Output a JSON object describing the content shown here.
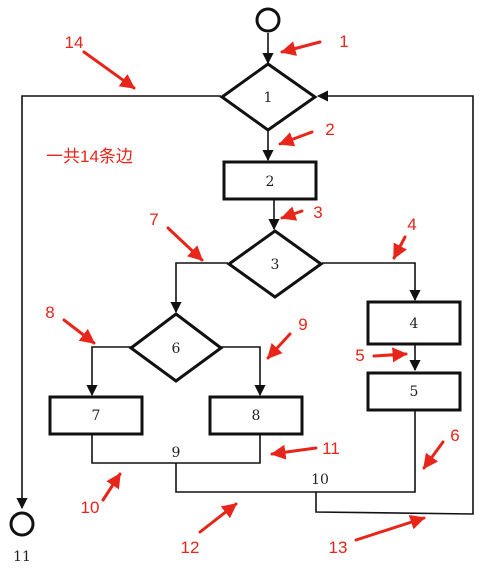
{
  "diagram": {
    "note": "一共14条边",
    "colors": {
      "line": "#111111",
      "annotation": "#e8251a"
    },
    "nodes": {
      "n1": "1",
      "n2": "2",
      "n3": "3",
      "n4": "4",
      "n5": "5",
      "n6": "6",
      "n7": "7",
      "n8": "8",
      "j9": "9",
      "j10": "10",
      "end": "11"
    },
    "edge_labels": [
      "1",
      "2",
      "3",
      "4",
      "5",
      "6",
      "7",
      "8",
      "9",
      "10",
      "11",
      "12",
      "13",
      "14"
    ]
  }
}
